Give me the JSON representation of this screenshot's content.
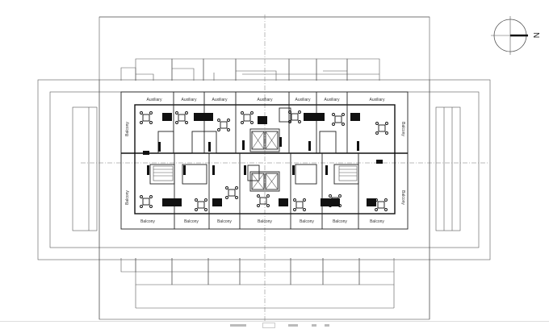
{
  "drawing": {
    "type": "architectural floor plan",
    "compass": {
      "label": "N",
      "direction": "right"
    },
    "top_rooms": [
      {
        "label": "Auxiliary"
      },
      {
        "label": "Auxiliary"
      },
      {
        "label": "Auxiliary"
      },
      {
        "label": "Auxiliary"
      },
      {
        "label": "Auxiliary"
      },
      {
        "label": "Auxiliary"
      },
      {
        "label": "Auxiliary"
      }
    ],
    "bottom_rooms": [
      {
        "label": "Balcony"
      },
      {
        "label": "Balcony"
      },
      {
        "label": "Balcony"
      },
      {
        "label": "Balcony"
      },
      {
        "label": "Balcony"
      },
      {
        "label": "Balcony"
      },
      {
        "label": "Balcony"
      }
    ],
    "side_rooms": {
      "left_top": "Balcony",
      "left_bottom": "Balcony",
      "right_top": "Balcony",
      "right_bottom": "Balcony"
    },
    "elevators": 4,
    "stairs": 2
  },
  "colors": {
    "line": "#111111",
    "dimension": "#555555",
    "background": "#ffffff"
  }
}
